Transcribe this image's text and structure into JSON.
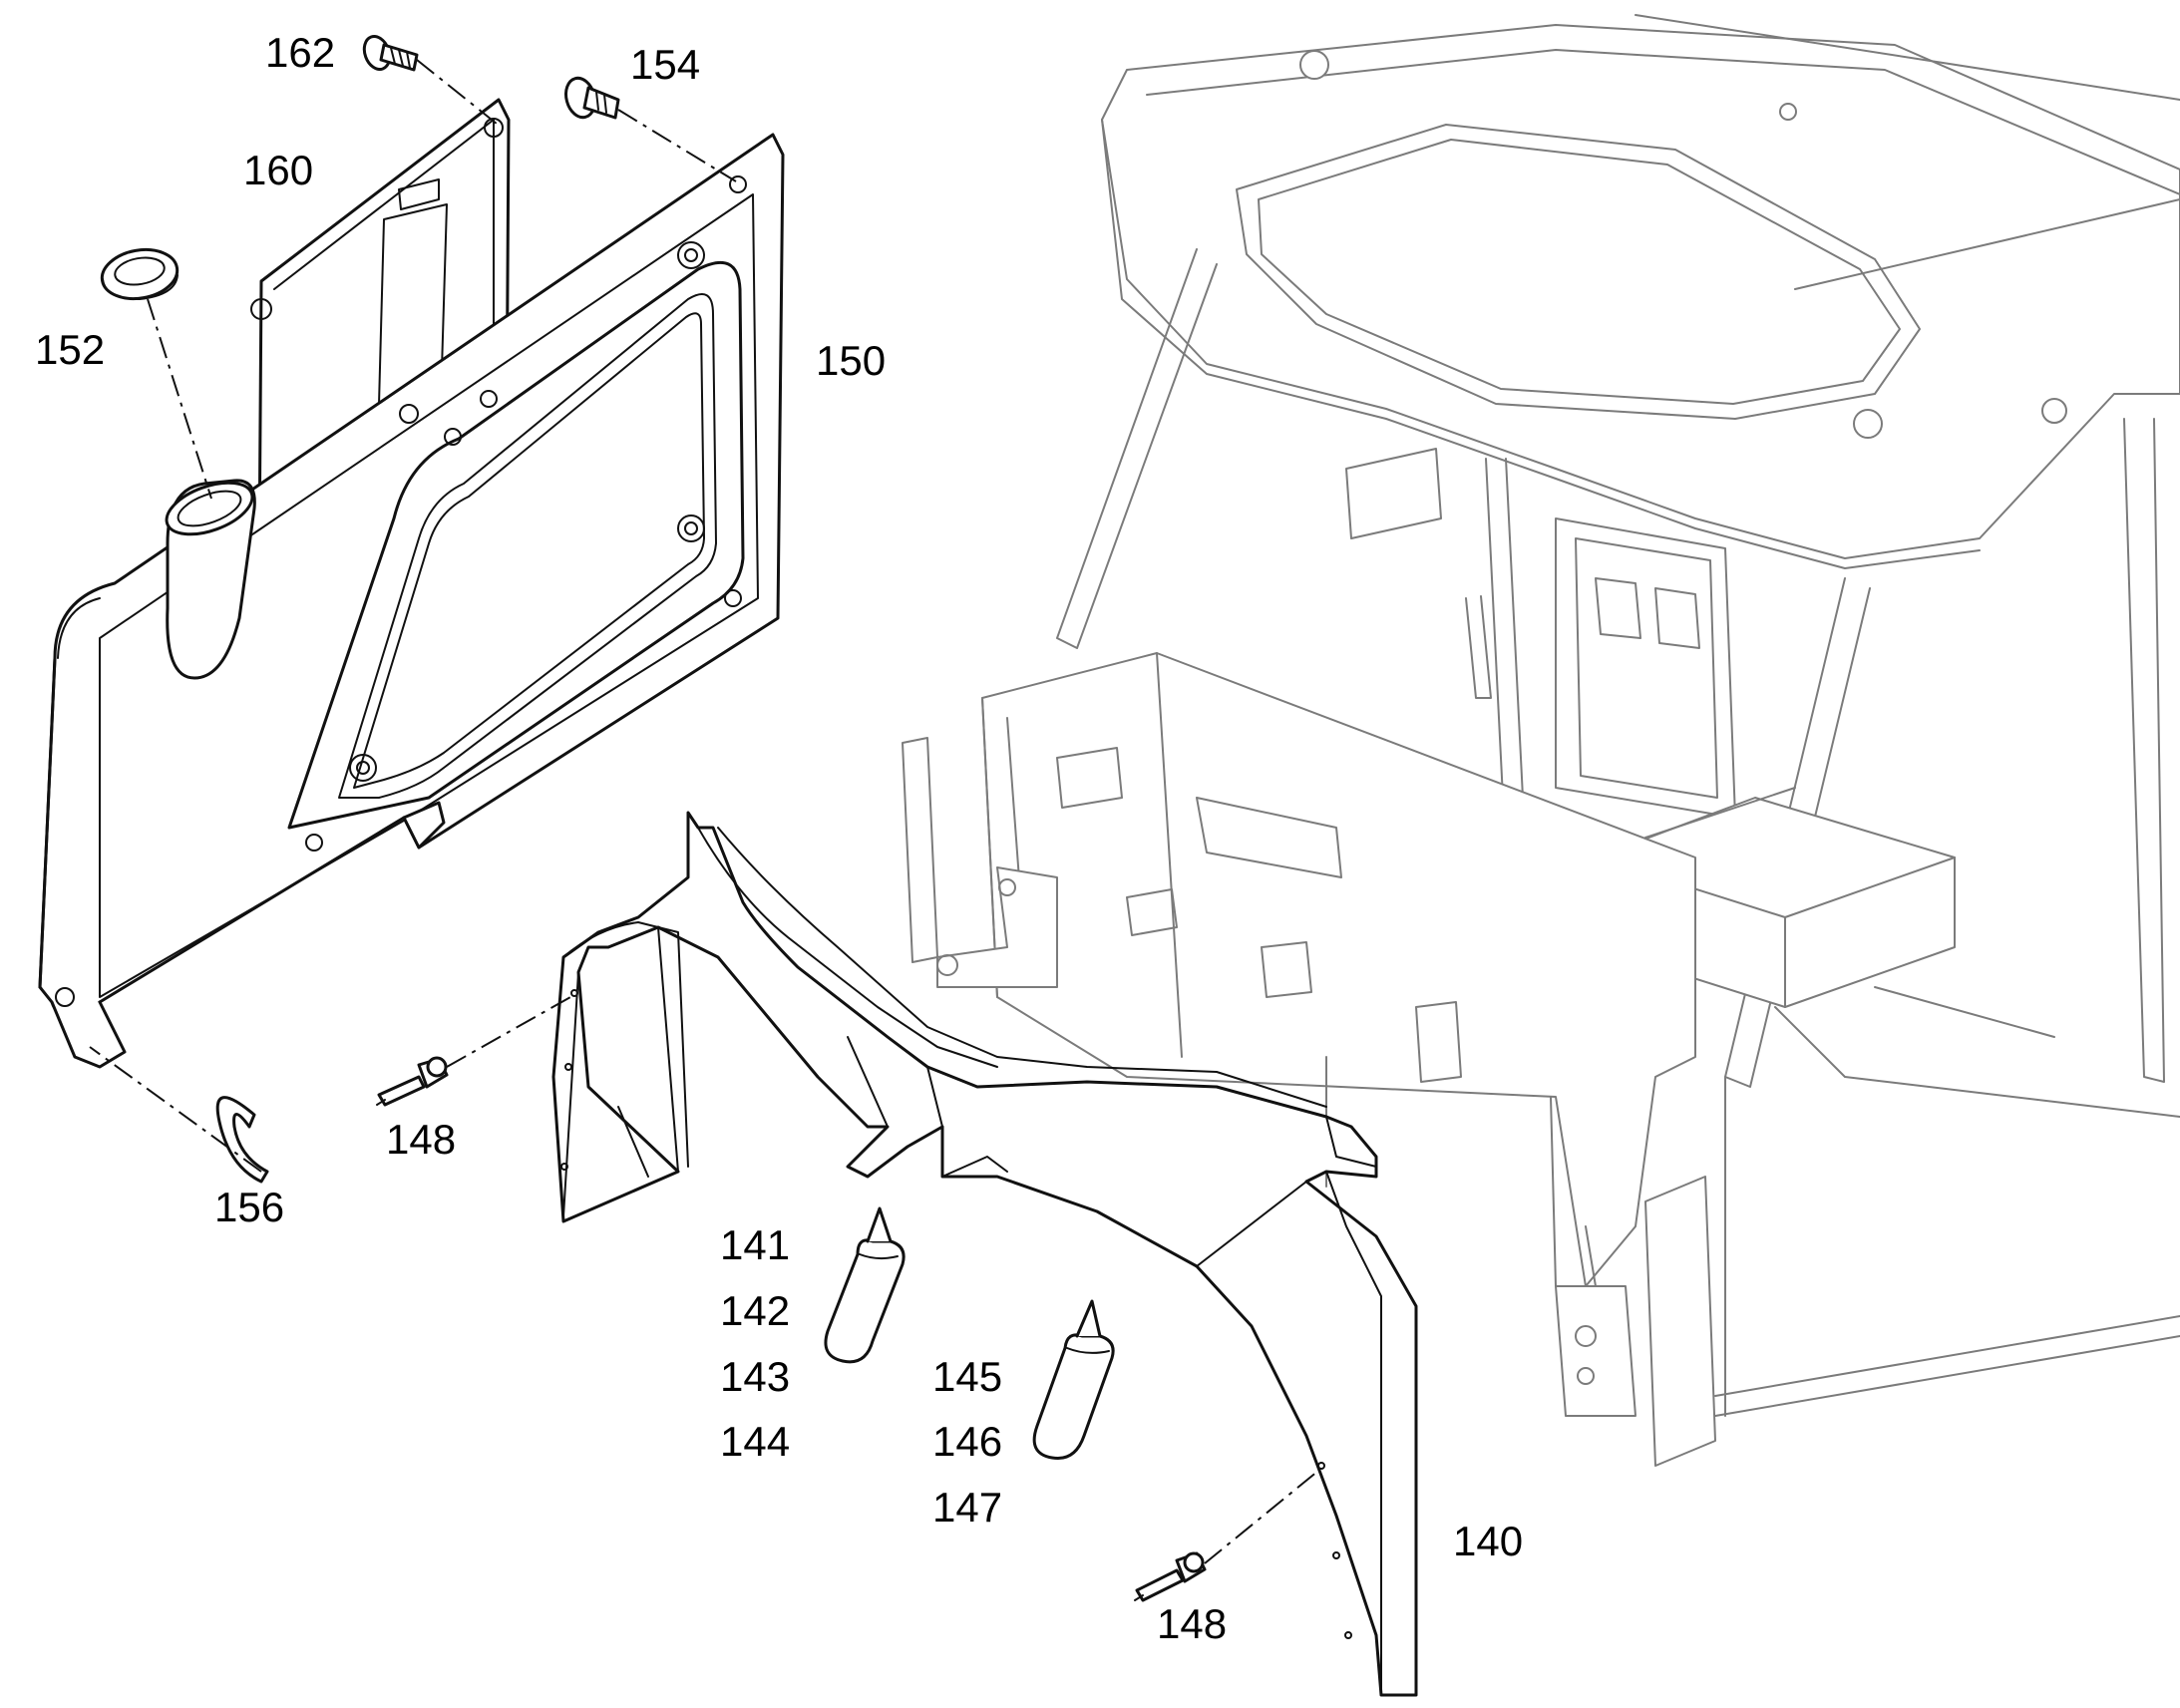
{
  "labels": {
    "p162": "162",
    "p154": "154",
    "p160": "160",
    "p152": "152",
    "p150": "150",
    "p148a": "148",
    "p156": "156",
    "p141": "141",
    "p142": "142",
    "p143": "143",
    "p144": "144",
    "p145": "145",
    "p146": "146",
    "p147": "147",
    "p140": "140",
    "p148b": "148"
  }
}
